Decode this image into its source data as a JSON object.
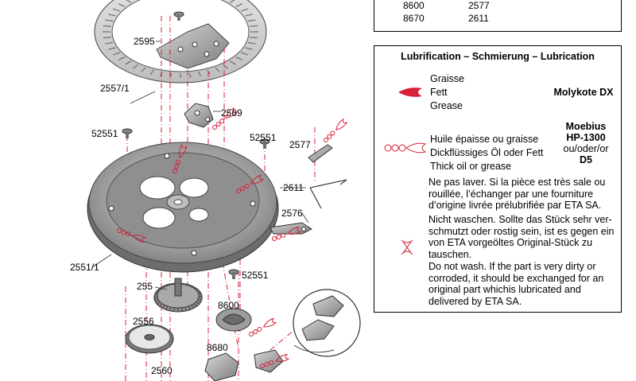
{
  "part_numbers": {
    "p2595": "2595",
    "p2557_1": "2557/1",
    "p2569": "2569",
    "p52551_a": "52551",
    "p52551_b": "52551",
    "p52551_c": "52551",
    "p2577": "2577",
    "p2611": "2611",
    "p2576": "2576",
    "p2551_1": "2551/1",
    "p255": "255",
    "p8600": "8600",
    "p2556": "2556",
    "p8680": "8680",
    "p2560": "2560"
  },
  "top_table": {
    "rows": [
      [
        "8600",
        "2577"
      ],
      [
        "8670",
        "2611"
      ]
    ]
  },
  "lubrication": {
    "title": "Lubrification – Schmierung – Lubrication",
    "grease": {
      "lines": [
        "Graisse",
        "Fett",
        "Grease"
      ],
      "product": "Molykote DX",
      "symbol": "grease-drop-icon"
    },
    "oil": {
      "lines": [
        "Huile épaisse ou graisse",
        "Dickflüssiges Öl oder Fett",
        "Thick oil or grease"
      ],
      "product_line1": "Moebius",
      "product_line2": "HP-1300",
      "product_line3": "ou/oder/or",
      "product_line4": "D5",
      "symbol": "oil-drops-icon"
    },
    "nowash": {
      "fr": [
        "Ne pas laver. Si la pièce est très sale ou",
        "rouillée, l’échanger par une fourniture",
        "d’origine livrée prélubrifiée par ETA SA."
      ],
      "de": [
        "Nicht waschen. Sollte das Stück sehr ver-",
        "schmutzt oder rostig sein, ist es gegen ein",
        "von ETA vorgeöltes Original-Stück zu",
        "tauschen."
      ],
      "en": [
        "Do not wash. If the part is very dirty or",
        "corroded, it should be exchanged for an",
        "original part whichis lubricated and",
        "delivered by ETA SA."
      ],
      "symbol": "no-wash-icon"
    }
  },
  "colors": {
    "accent_red": "#d8213a",
    "line_gray": "#555555",
    "part_gray": "#9a9a9a",
    "part_dark": "#6e6e6e"
  }
}
